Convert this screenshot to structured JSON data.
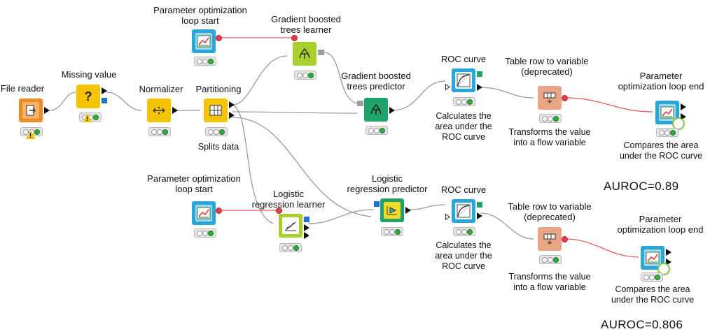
{
  "colors": {
    "orange": "#f08a24",
    "yellow": "#f4c400",
    "blue": "#2aa6d9",
    "lime": "#a8cf2c",
    "green": "#1fa36a",
    "salmon": "#e9a586",
    "edge_gray": "#9a9aa2",
    "edge_red": "#e9545f"
  },
  "nodes": {
    "file_reader": {
      "label": "File reader"
    },
    "missing_value": {
      "label": "Missing value"
    },
    "normalizer": {
      "label": "Normalizer"
    },
    "partitioning": {
      "label": "Partitioning",
      "sub": "Splits data"
    },
    "param_start_top": {
      "label_l1": "Parameter optimization",
      "label_l2": "loop start"
    },
    "gbt_learner": {
      "label_l1": "Gradient boosted",
      "label_l2": "trees learner"
    },
    "gbt_predictor": {
      "label_l1": "Gradient boosted",
      "label_l2": "trees predictor"
    },
    "roc_top": {
      "label": "ROC curve",
      "sub_l1": "Calculates the",
      "sub_l2": "area under the",
      "sub_l3": "ROC curve"
    },
    "tr2var_top": {
      "label_l1": "Table row to variable",
      "label_l2": "(deprecated)",
      "sub_l1": "Transforms the value",
      "sub_l2": "into a flow variable"
    },
    "param_end_top": {
      "label_l1": "Parameter",
      "label_l2": "optimization loop end",
      "sub_l1": "Compares the area",
      "sub_l2": "under the ROC curve"
    },
    "param_start_bot": {
      "label_l1": "Parameter optimization",
      "label_l2": "loop start"
    },
    "lr_learner": {
      "label_l1": "Logistic",
      "label_l2": "regression learner"
    },
    "lr_predictor": {
      "label_l1": "Logistic",
      "label_l2": "regression predictor"
    },
    "roc_bot": {
      "label": "ROC curve",
      "sub_l1": "Calculates the",
      "sub_l2": "area under the",
      "sub_l3": "ROC curve"
    },
    "tr2var_bot": {
      "label_l1": "Table row to variable",
      "label_l2": "(deprecated)",
      "sub_l1": "Transforms the value",
      "sub_l2": "into a flow variable"
    },
    "param_end_bot": {
      "label_l1": "Parameter",
      "label_l2": "optimization loop end",
      "sub_l1": "Compares the area",
      "sub_l2": "under the ROC curve"
    }
  },
  "results": {
    "auroc_top": "AUROC=0.89",
    "auroc_bot": "AUROC=0.806"
  },
  "icons": {
    "file_reader": "file-import-icon",
    "missing_value": "question-mark-icon",
    "normalizer": "normalize-arrows-icon",
    "partitioning": "partition-grid-icon",
    "loop_start": "loop-chart-icon",
    "learner": "tree-learner-icon",
    "predictor": "tree-predictor-icon",
    "roc": "roc-curve-icon",
    "tr2var": "table-to-variable-icon",
    "lr_learner": "regression-learner-icon",
    "lr_predictor": "regression-predictor-icon",
    "warning": "warning-icon"
  }
}
